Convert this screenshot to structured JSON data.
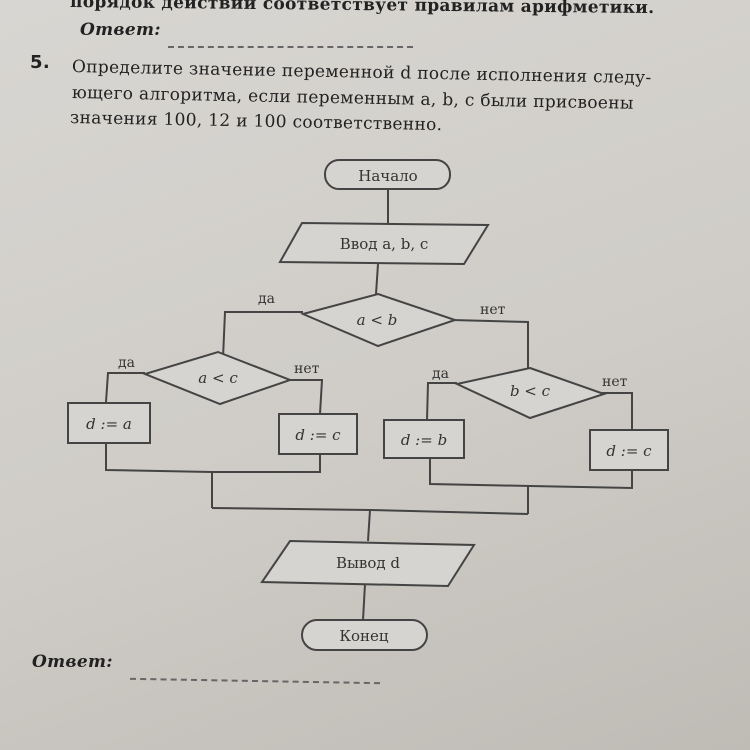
{
  "top_line": "порядок действий соответствует правилам арифметики.",
  "answer_label_top": "Ответ:",
  "task": {
    "number": "5.",
    "line1": "Определите значение переменной d после исполнения следу-",
    "line2": "ющего алгоритма, если переменным a, b, c были присвоены",
    "line3": "значения 100, 12 и 100 соответственно."
  },
  "flowchart": {
    "start": "Начало",
    "input": "Ввод a, b, c",
    "cond1": "a < b",
    "cond2": "a < c",
    "cond3": "b < c",
    "yes": "да",
    "no": "нет",
    "assign_a": "d := a",
    "assign_c1": "d := c",
    "assign_b": "d := b",
    "assign_c2": "d := c",
    "output": "Вывод d",
    "end": "Конец"
  },
  "answer_label_bottom": "Ответ:"
}
